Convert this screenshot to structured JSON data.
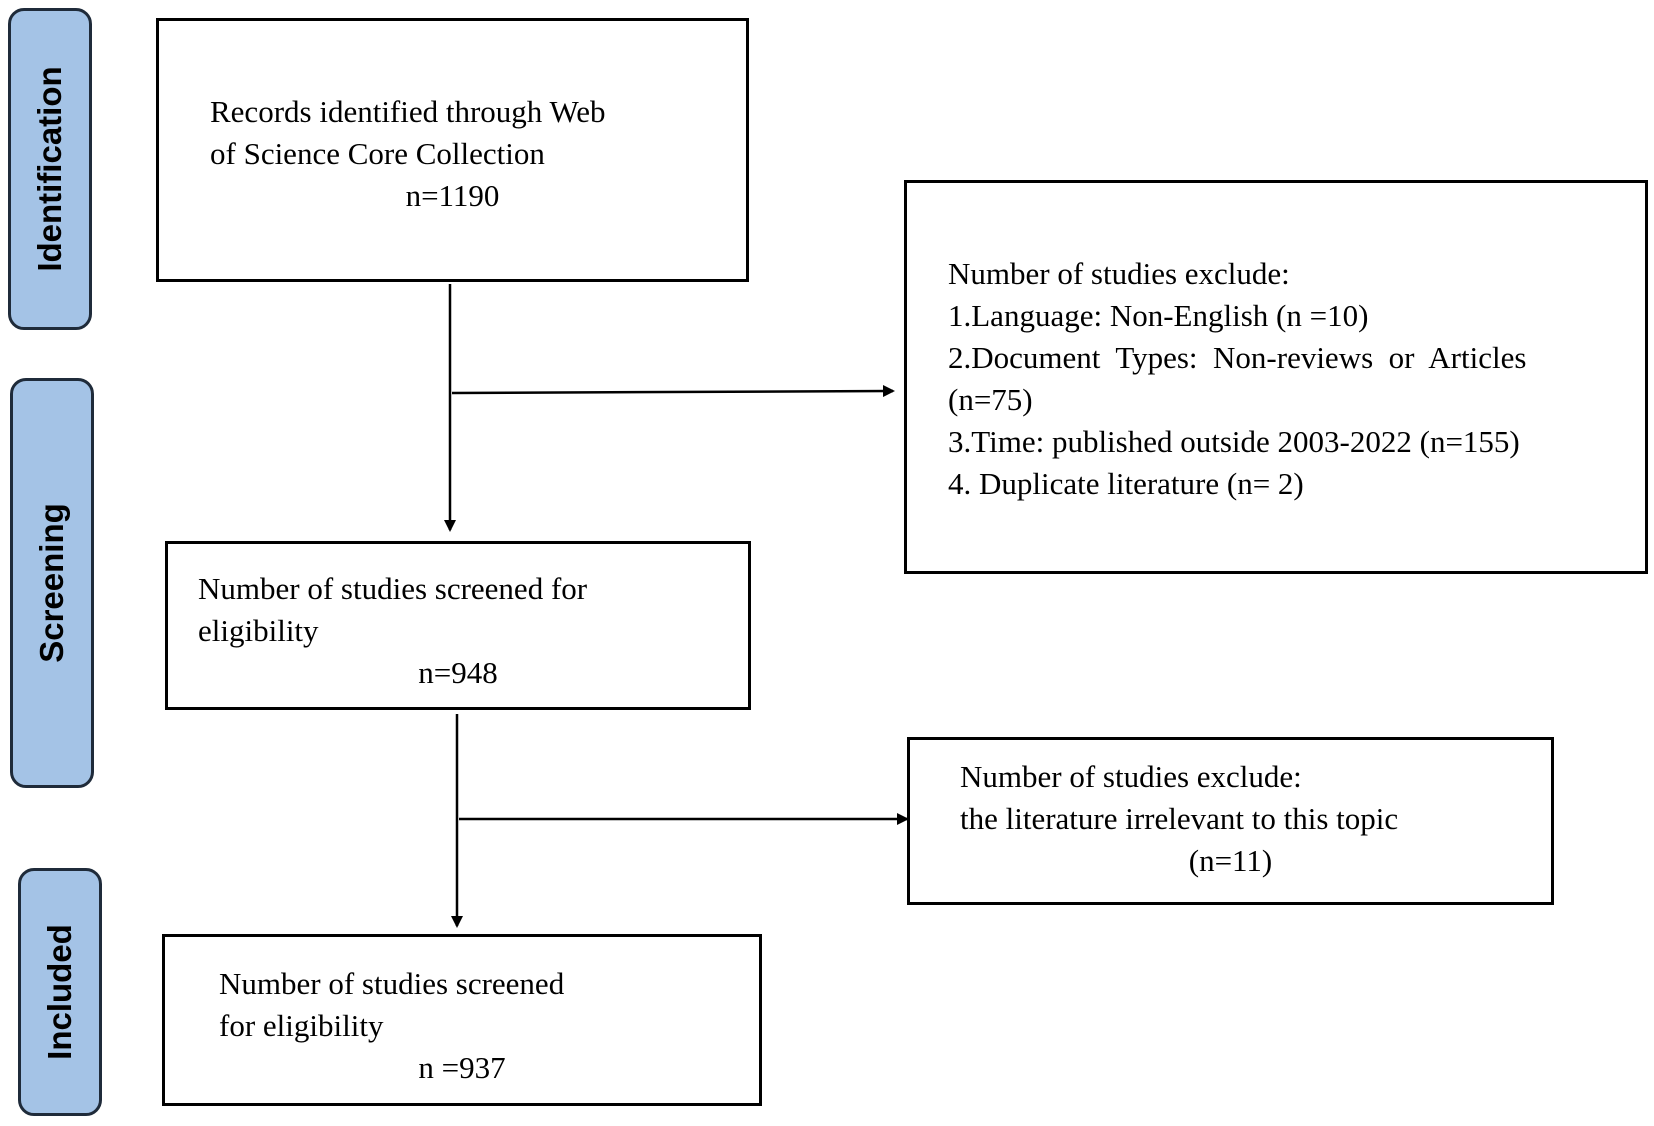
{
  "stages": {
    "identification": "Identification",
    "screening": "Screening",
    "included": "Included"
  },
  "boxes": {
    "records": {
      "line1": "Records identified through Web",
      "line2": "of Science Core Collection",
      "count": "n=1190"
    },
    "exclude1": {
      "heading": "Number of studies exclude:",
      "item1": "1.Language: Non-English (n =10)",
      "item2a": "2.Document  Types:  Non-reviews  or  Articles",
      "item2b": "(n=75)",
      "item3": "3.Time: published outside 2003-2022 (n=155)",
      "item4": "4. Duplicate literature (n= 2)"
    },
    "screened": {
      "line1": "Number of studies screened for",
      "line2": "eligibility",
      "count": "n=948"
    },
    "exclude2": {
      "heading": "Number of studies exclude:",
      "line2": "the literature irrelevant to this topic",
      "count": "(n=11)"
    },
    "included": {
      "line1": "Number of studies screened",
      "line2": "for eligibility",
      "count": "n =937"
    }
  }
}
